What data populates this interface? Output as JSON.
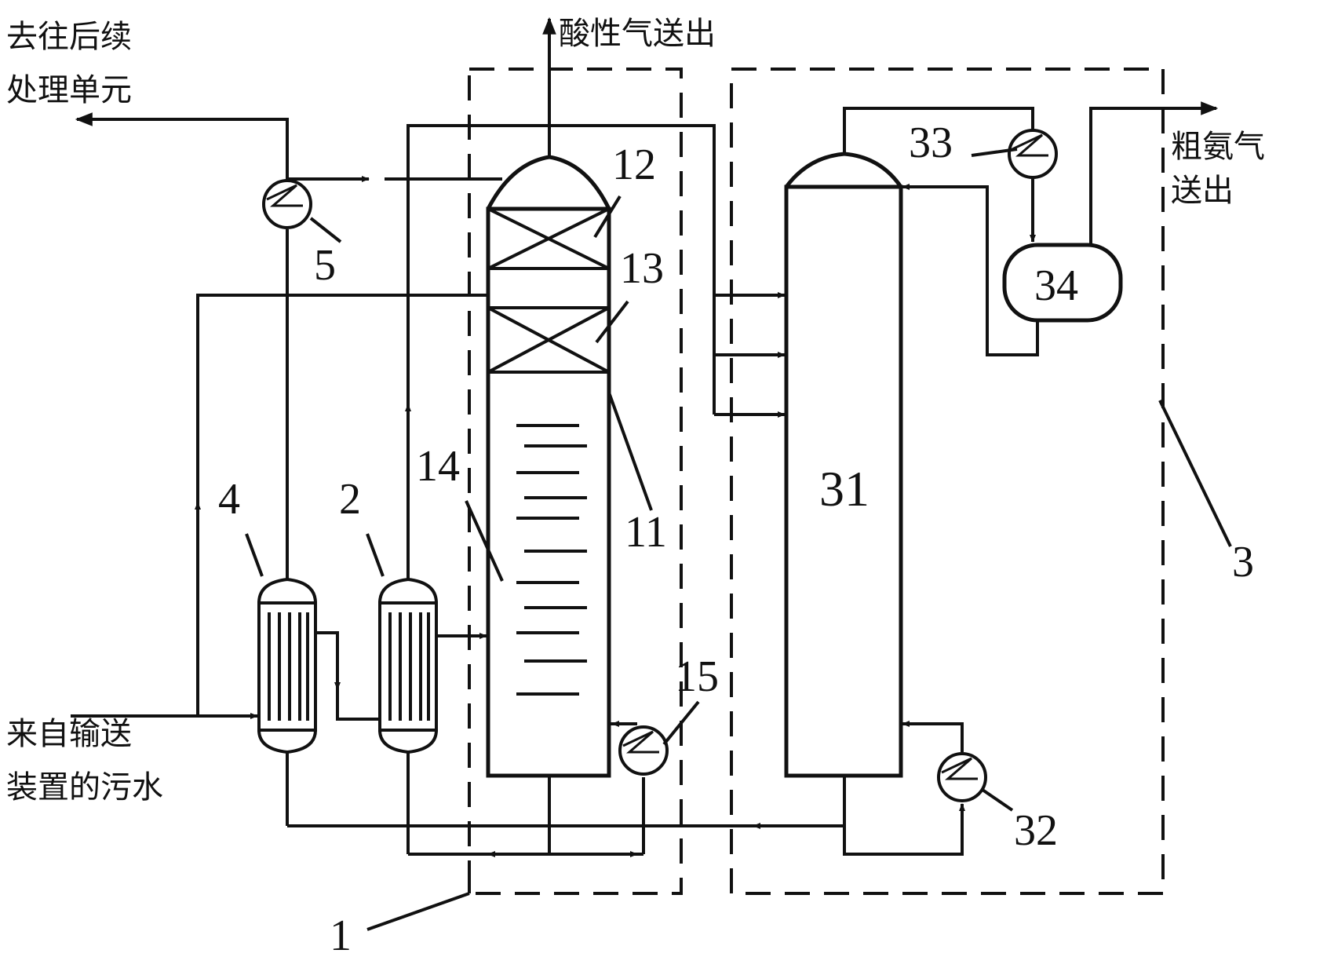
{
  "labels": {
    "to_next_unit_line1": "去往后续",
    "to_next_unit_line2": "处理单元",
    "acid_gas_out": "酸性气送出",
    "crude_ammonia_line1": "粗氨气",
    "crude_ammonia_line2": "送出",
    "feed_line1": "来自输送",
    "feed_line2": "装置的污水"
  },
  "refs": {
    "unit_1": "1",
    "unit_2": "2",
    "unit_3": "3",
    "unit_4": "4",
    "unit_5": "5",
    "unit_11": "11",
    "unit_12": "12",
    "unit_13": "13",
    "unit_14": "14",
    "unit_15": "15",
    "unit_31": "31",
    "unit_32": "32",
    "unit_33": "33",
    "unit_34": "34"
  }
}
